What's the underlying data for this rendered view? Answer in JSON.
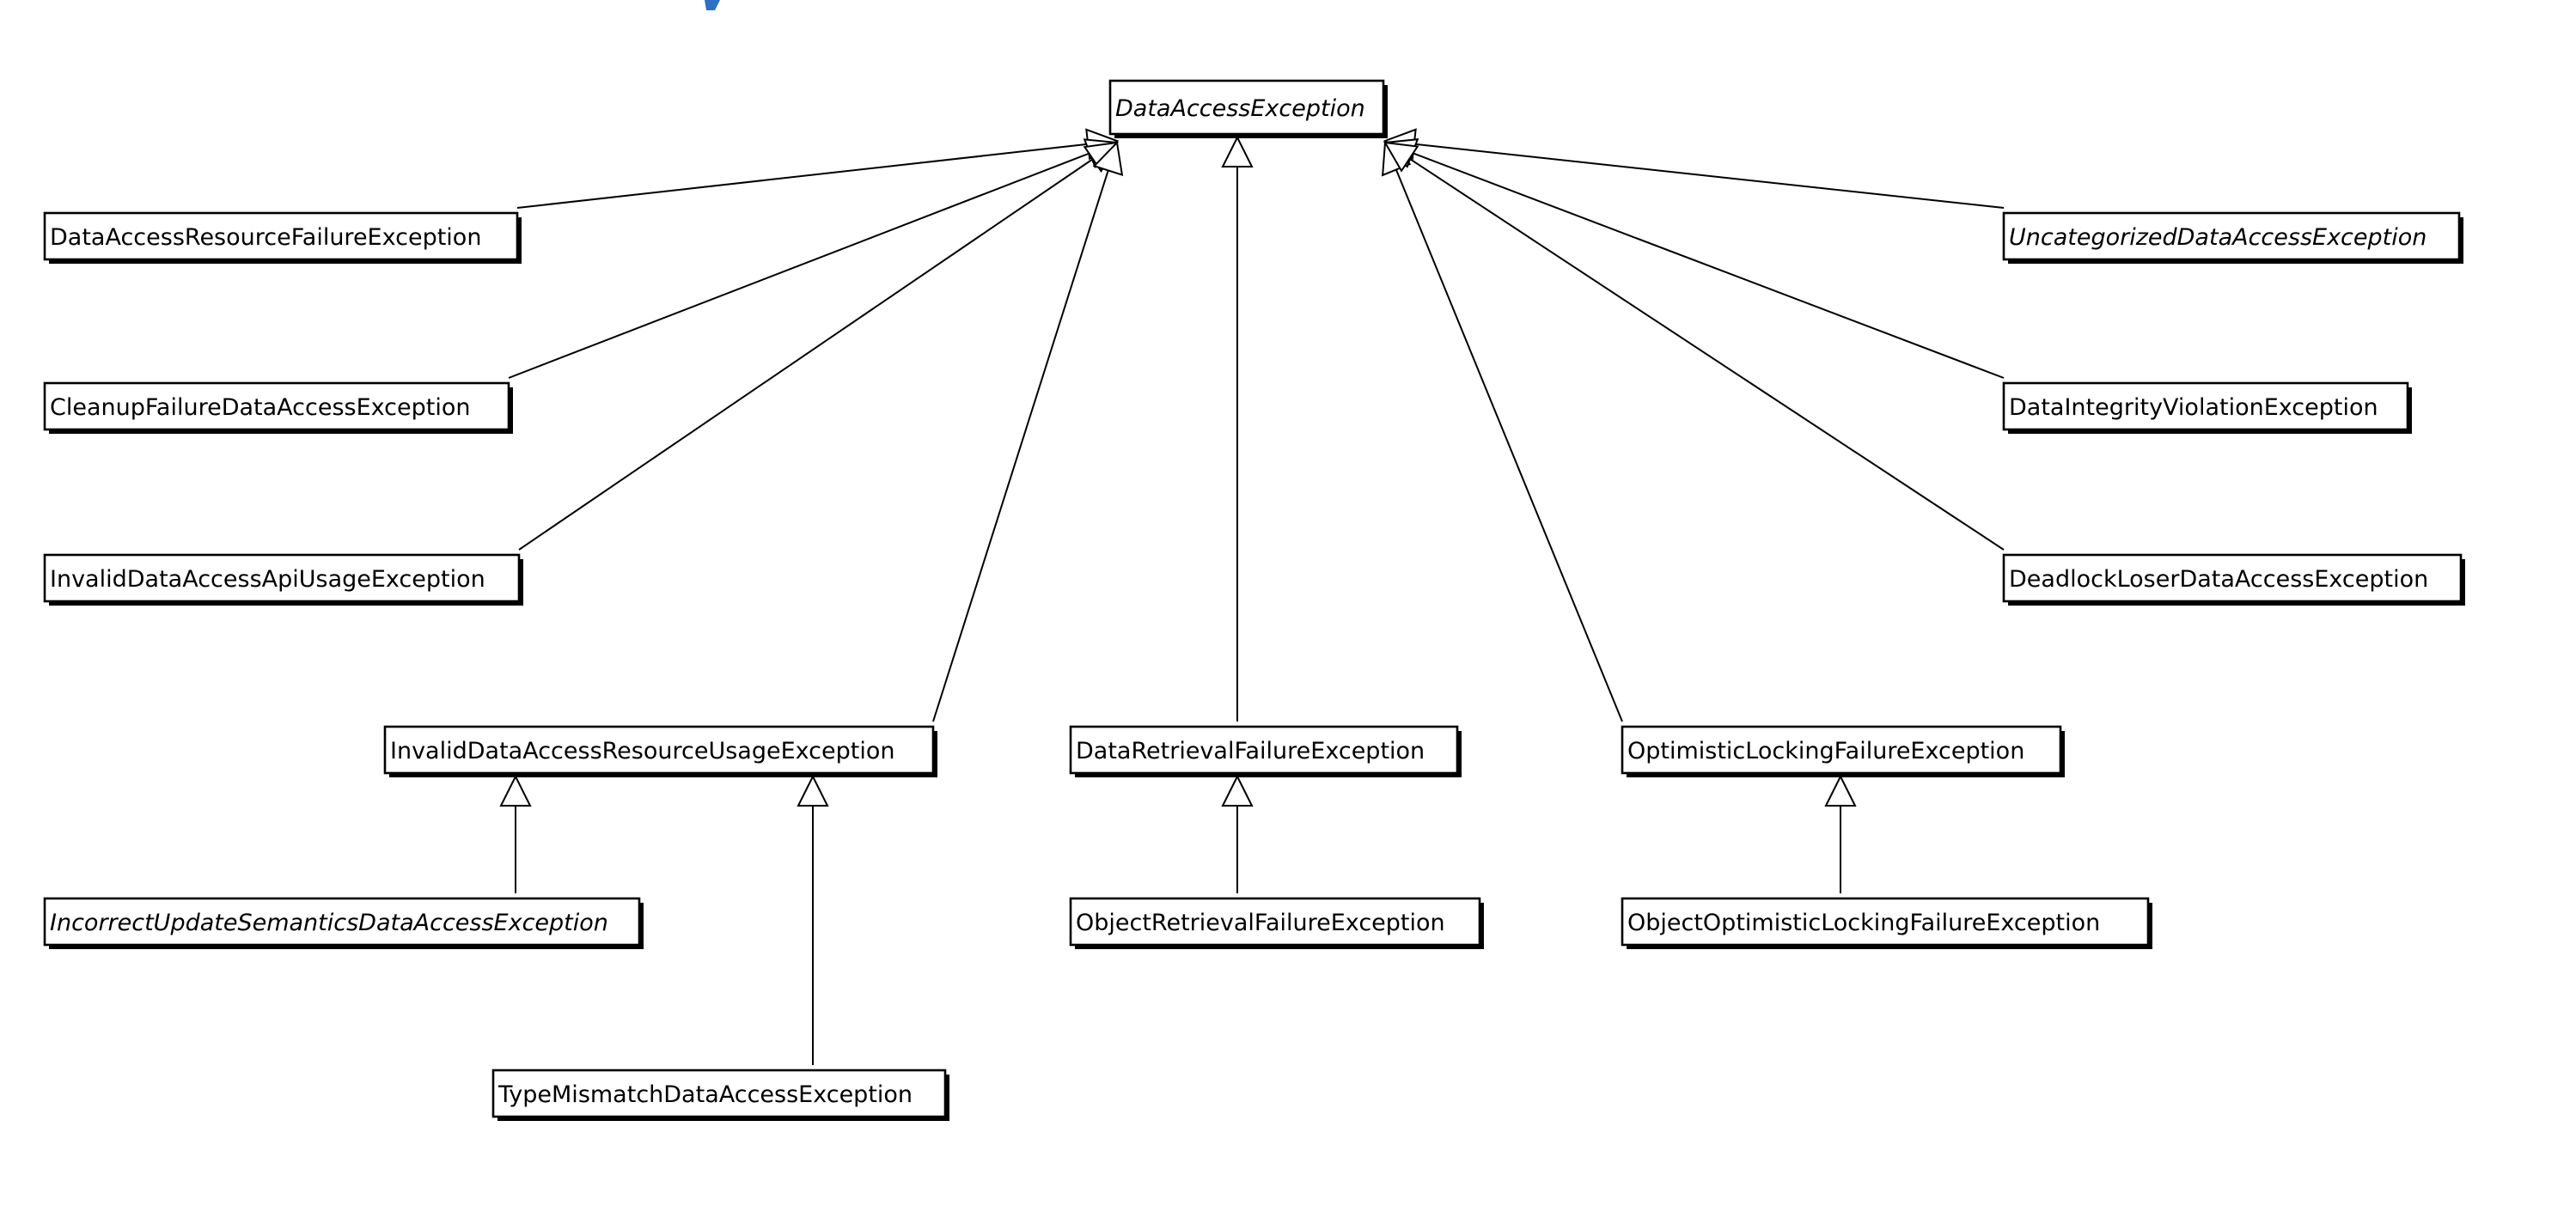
{
  "diagram": {
    "type": "uml-class-inheritance",
    "nodes": [
      {
        "id": "root",
        "label": "DataAccessException",
        "abstract": true
      },
      {
        "id": "resource_failure",
        "label": "DataAccessResourceFailureException",
        "abstract": false
      },
      {
        "id": "cleanup_failure",
        "label": "CleanupFailureDataAccessException",
        "abstract": false
      },
      {
        "id": "invalid_api_usage",
        "label": "InvalidDataAccessApiUsageException",
        "abstract": false
      },
      {
        "id": "invalid_resource_usage",
        "label": "InvalidDataAccessResourceUsageException",
        "abstract": false
      },
      {
        "id": "retrieval_failure",
        "label": "DataRetrievalFailureException",
        "abstract": false
      },
      {
        "id": "optimistic_locking",
        "label": "OptimisticLockingFailureException",
        "abstract": false
      },
      {
        "id": "uncategorized",
        "label": "UncategorizedDataAccessException",
        "abstract": true
      },
      {
        "id": "integrity_violation",
        "label": "DataIntegrityViolationException",
        "abstract": false
      },
      {
        "id": "deadlock_loser",
        "label": "DeadlockLoserDataAccessException",
        "abstract": false
      },
      {
        "id": "incorrect_update",
        "label": "IncorrectUpdateSemanticsDataAccessException",
        "abstract": true
      },
      {
        "id": "type_mismatch",
        "label": "TypeMismatchDataAccessException",
        "abstract": false
      },
      {
        "id": "object_retrieval",
        "label": "ObjectRetrievalFailureException",
        "abstract": false
      },
      {
        "id": "object_optimistic",
        "label": "ObjectOptimisticLockingFailureException",
        "abstract": false
      }
    ],
    "edges": [
      {
        "from": "resource_failure",
        "to": "root",
        "kind": "generalization"
      },
      {
        "from": "cleanup_failure",
        "to": "root",
        "kind": "generalization"
      },
      {
        "from": "invalid_api_usage",
        "to": "root",
        "kind": "generalization"
      },
      {
        "from": "invalid_resource_usage",
        "to": "root",
        "kind": "generalization"
      },
      {
        "from": "retrieval_failure",
        "to": "root",
        "kind": "generalization"
      },
      {
        "from": "optimistic_locking",
        "to": "root",
        "kind": "generalization"
      },
      {
        "from": "uncategorized",
        "to": "root",
        "kind": "generalization"
      },
      {
        "from": "integrity_violation",
        "to": "root",
        "kind": "generalization"
      },
      {
        "from": "deadlock_loser",
        "to": "root",
        "kind": "generalization"
      },
      {
        "from": "incorrect_update",
        "to": "invalid_resource_usage",
        "kind": "generalization"
      },
      {
        "from": "type_mismatch",
        "to": "invalid_resource_usage",
        "kind": "generalization"
      },
      {
        "from": "object_retrieval",
        "to": "retrieval_failure",
        "kind": "generalization"
      },
      {
        "from": "object_optimistic",
        "to": "optimistic_locking",
        "kind": "generalization"
      }
    ]
  },
  "colors": {
    "background": "#ffffff",
    "line": "#000000",
    "accent": "#2f6fc4"
  }
}
